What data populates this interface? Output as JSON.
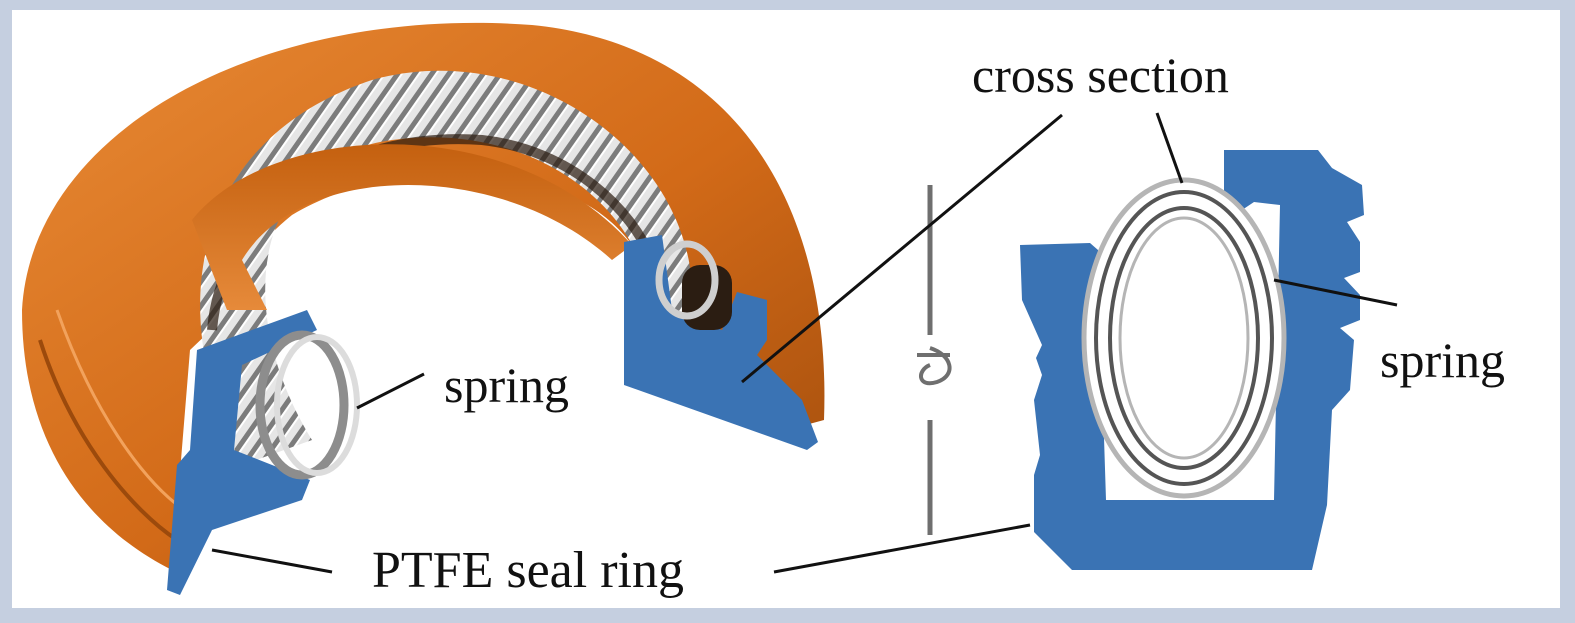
{
  "labels": {
    "cross_section": "cross section",
    "spring_left": "spring",
    "spring_right": "spring",
    "ptfe_seal_ring": "PTFE seal ring"
  },
  "colors": {
    "seal_blue": "#3a73b4",
    "ring_orange": "#d9731f",
    "ring_orange_dark": "#a8520e",
    "frame_border": "#c5cfe0",
    "leader_line": "#111111"
  }
}
